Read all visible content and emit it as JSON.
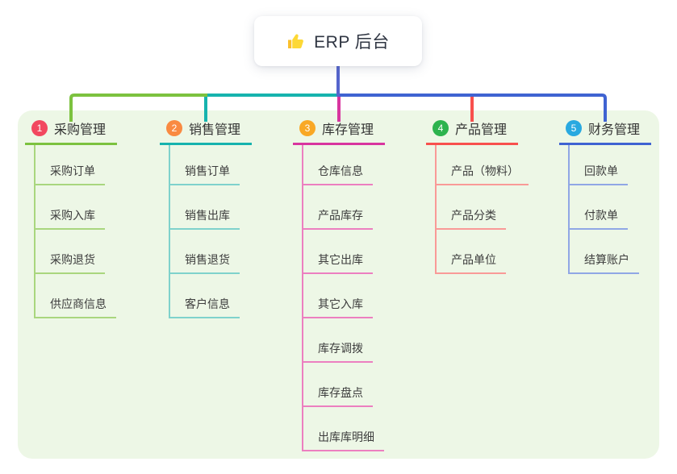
{
  "root": {
    "title": "ERP 后台",
    "icon": "thumbs-up-icon"
  },
  "colors": {
    "canvas_bg": "#ffffff",
    "panel_bg": "#edf7e6",
    "root_stem": "#5565cd",
    "text_dark": "#333333",
    "text_item": "#3d3d3d"
  },
  "branches": [
    {
      "num": "1",
      "title": "采购管理",
      "badge_color": "#f2485f",
      "line_color": "#7cc23f",
      "sub_line_color": "#a9d67e",
      "items": [
        "采购订单",
        "采购入库",
        "采购退货",
        "供应商信息"
      ]
    },
    {
      "num": "2",
      "title": "销售管理",
      "badge_color": "#f98a41",
      "line_color": "#16b3ae",
      "sub_line_color": "#7fd2cc",
      "items": [
        "销售订单",
        "销售出库",
        "销售退货",
        "客户信息"
      ]
    },
    {
      "num": "3",
      "title": "库存管理",
      "badge_color": "#f9a825",
      "line_color": "#d8359f",
      "sub_line_color": "#ec7fc0",
      "items": [
        "仓库信息",
        "产品库存",
        "其它出库",
        "其它入库",
        "库存调拨",
        "库存盘点",
        "出库库明细"
      ]
    },
    {
      "num": "4",
      "title": "产品管理",
      "badge_color": "#2db34e",
      "line_color": "#f8504d",
      "sub_line_color": "#f99a97",
      "items": [
        "产品（物料）",
        "产品分类",
        "产品单位"
      ]
    },
    {
      "num": "5",
      "title": "财务管理",
      "badge_color": "#29a9e0",
      "line_color": "#3f63d2",
      "sub_line_color": "#90a7e5",
      "items": [
        "回款单",
        "付款单",
        "结算账户"
      ]
    }
  ]
}
